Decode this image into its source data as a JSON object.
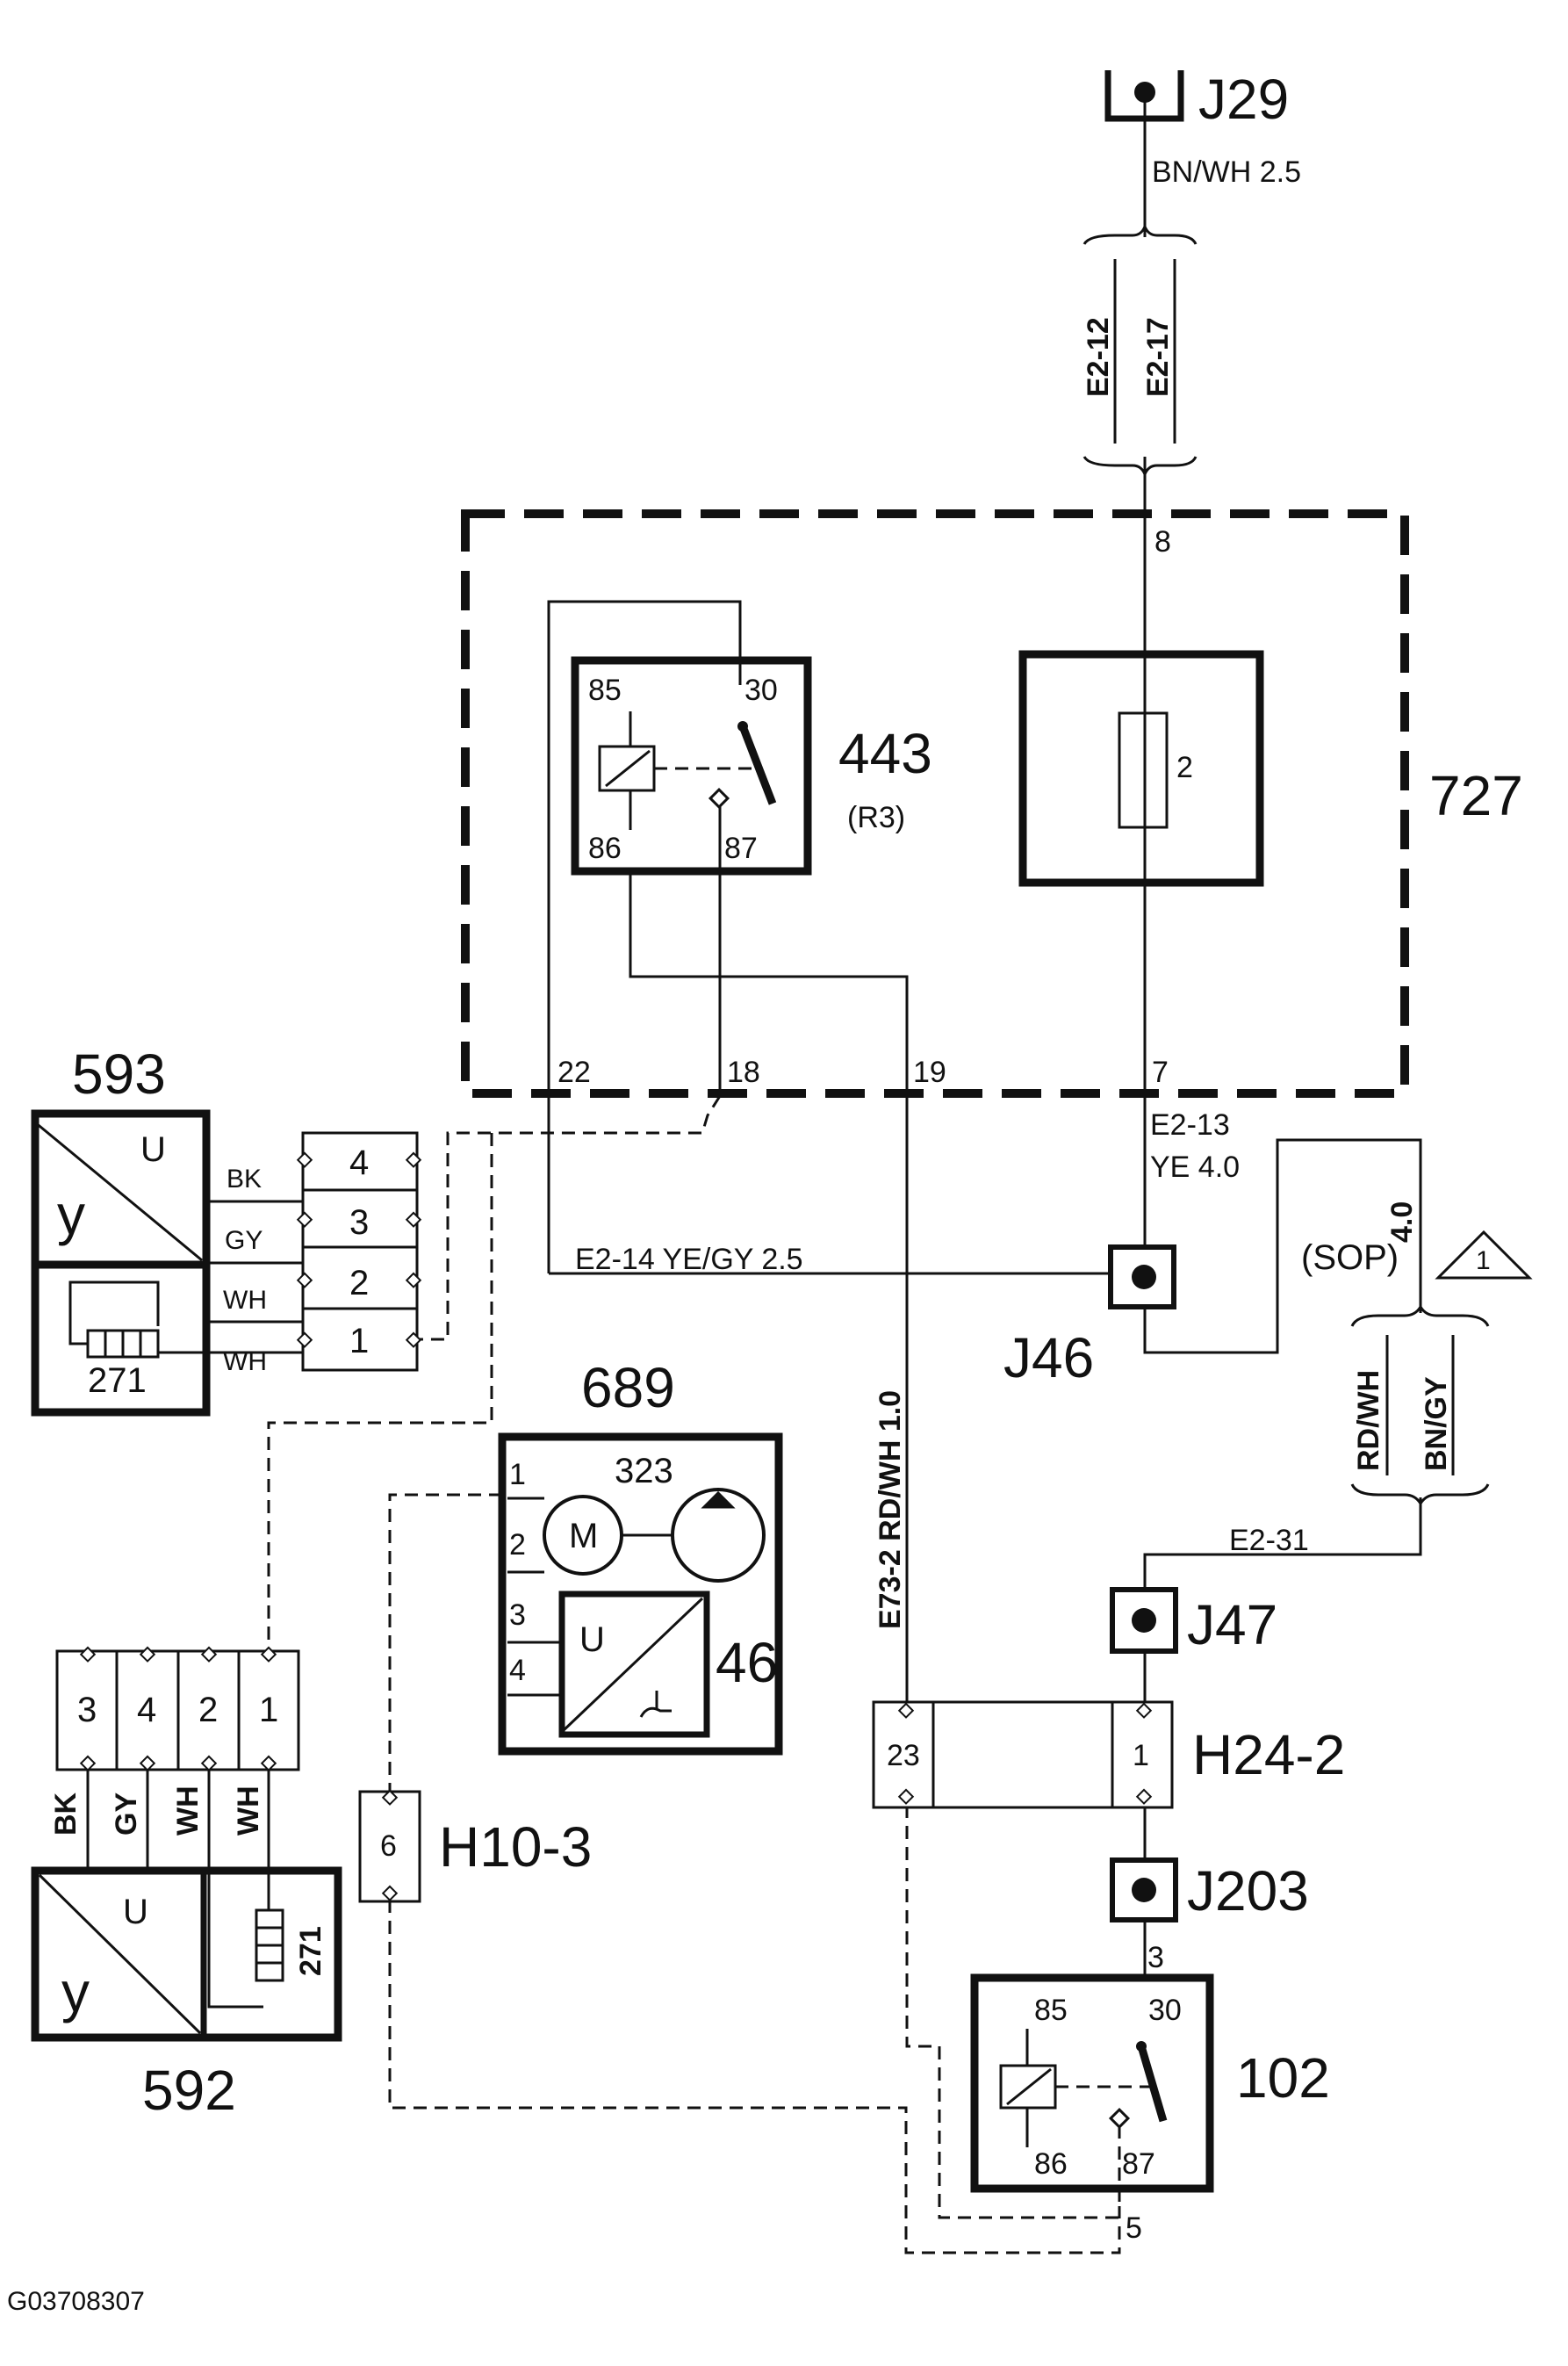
{
  "components": {
    "c727": "727",
    "c443": "443",
    "c443_sub": "(R3)",
    "c593": "593",
    "c592": "592",
    "c689": "689",
    "c323": "323",
    "c46": "46",
    "c102": "102",
    "c271a": "271",
    "c271b": "271",
    "fuse": "2",
    "motor": "M",
    "ctrl_u": "U",
    "ctrl_y": "y"
  },
  "connectors": {
    "j29": "J29",
    "j46": "J46",
    "j47": "J47",
    "j203": "J203",
    "h24_2": "H24-2",
    "h10_3": "H10-3"
  },
  "wires": {
    "j29_wire": "BN/WH  2.5",
    "e2_12": "E2-12",
    "e2_17": "E2-17",
    "e2_13": "E2-13",
    "ye40": "YE  4.0",
    "e2_14": "E2-14  YE/GY   2.5",
    "e73_2": "E73-2  RD/WH  1.0",
    "wire_40": "4.0",
    "sop": "(SOP)",
    "rdwh": "RD/WH",
    "bngy": "BN/GY",
    "e2_31": "E2-31",
    "warning": "1"
  },
  "pins": {
    "p8": "8",
    "p7": "7",
    "p22": "22",
    "p18": "18",
    "p19": "19",
    "r85": "85",
    "r30": "30",
    "r86": "86",
    "r87": "87",
    "m1": "1",
    "m2": "2",
    "m3": "3",
    "m4": "4",
    "c4": "4",
    "c3": "3",
    "c2": "2",
    "c1": "1",
    "b3": "3",
    "b4": "4",
    "b2": "2",
    "b1": "1",
    "h23": "23",
    "h1": "1",
    "h6": "6",
    "k3": "3",
    "k5": "5",
    "k85": "85",
    "k30": "30",
    "k86": "86",
    "k87": "87"
  },
  "colors": {
    "bk": "BK",
    "gy": "GY",
    "wh1": "WH",
    "wh2": "WH",
    "vbk": "BK",
    "vgy": "GY",
    "vwh1": "WH",
    "vwh2": "WH"
  },
  "footer": {
    "code": "G03708307"
  }
}
